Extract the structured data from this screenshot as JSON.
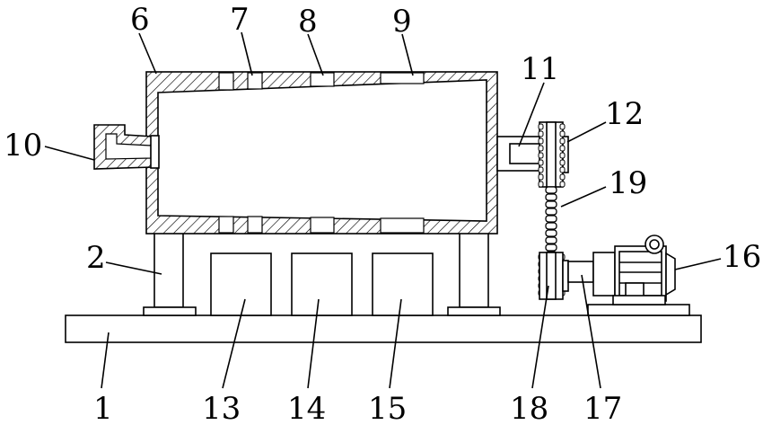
{
  "figure": {
    "labels": [
      {
        "id": "1",
        "text": "1"
      },
      {
        "id": "2",
        "text": "2"
      },
      {
        "id": "6",
        "text": "6"
      },
      {
        "id": "7",
        "text": "7"
      },
      {
        "id": "8",
        "text": "8"
      },
      {
        "id": "9",
        "text": "9"
      },
      {
        "id": "10",
        "text": "10"
      },
      {
        "id": "11",
        "text": "11"
      },
      {
        "id": "12",
        "text": "12"
      },
      {
        "id": "13",
        "text": "13"
      },
      {
        "id": "14",
        "text": "14"
      },
      {
        "id": "15",
        "text": "15"
      },
      {
        "id": "16",
        "text": "16"
      },
      {
        "id": "17",
        "text": "17"
      },
      {
        "id": "18",
        "text": "18"
      },
      {
        "id": "19",
        "text": "19"
      }
    ]
  }
}
